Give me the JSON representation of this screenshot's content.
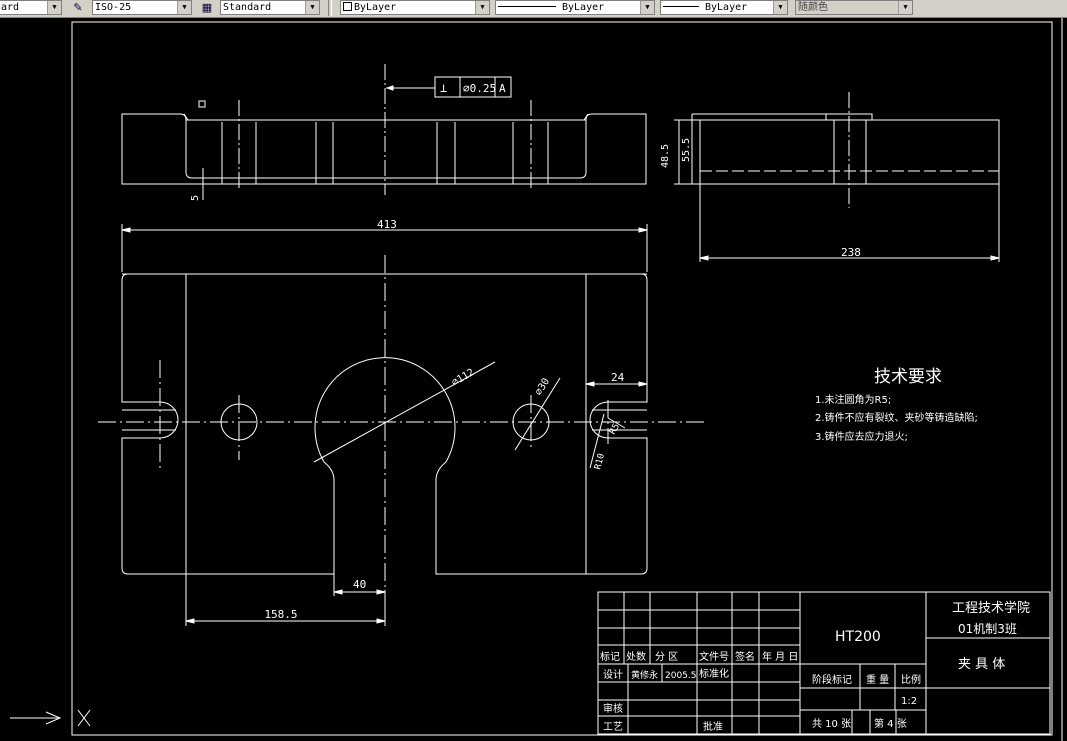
{
  "toolbar": {
    "text_style": "ard",
    "dim_style": "ISO-25",
    "table_style": "Standard",
    "layer_color": "ByLayer",
    "linetype": "ByLayer",
    "lineweight": "ByLayer",
    "plot_style": "随颜色"
  },
  "drawing": {
    "tolerance_symbol": "⊥",
    "tolerance_value": "∅0.25",
    "tolerance_datum": "A",
    "dims": {
      "d413": "413",
      "d238": "238",
      "d48_5": "48.5",
      "d55_5": "55.5",
      "d5": "5",
      "d_phi112": "∅112",
      "d_phi30": "∅30",
      "d24": "24",
      "d40": "40",
      "d158_5": "158.5",
      "d_r5": "R5",
      "d_r10": "R10"
    },
    "tech_req": {
      "title": "技术要求",
      "items": [
        "1.未注圆角为R5;",
        "2.铸件不应有裂纹、夹砂等铸造缺陷;",
        "3.铸件应去应力退火;"
      ]
    },
    "title_block": {
      "material": "HT200",
      "school": "工程技术学院",
      "class_name": "01机制3班",
      "part_name": "夹 具 体",
      "headers": [
        "标记",
        "处数",
        "分 区",
        "文件号",
        "签名",
        "年 月 日"
      ],
      "design_label": "设计",
      "designer": "黄修永",
      "date": "2005.5",
      "standardize": "标准化",
      "stage_mark": "阶段标记",
      "weight": "重 量",
      "scale_label": "比例",
      "scale": "1:2",
      "review": "审核",
      "process": "工艺",
      "approve": "批准",
      "total_sheets": "共  10  张",
      "sheet_no": "第  4  张"
    }
  }
}
